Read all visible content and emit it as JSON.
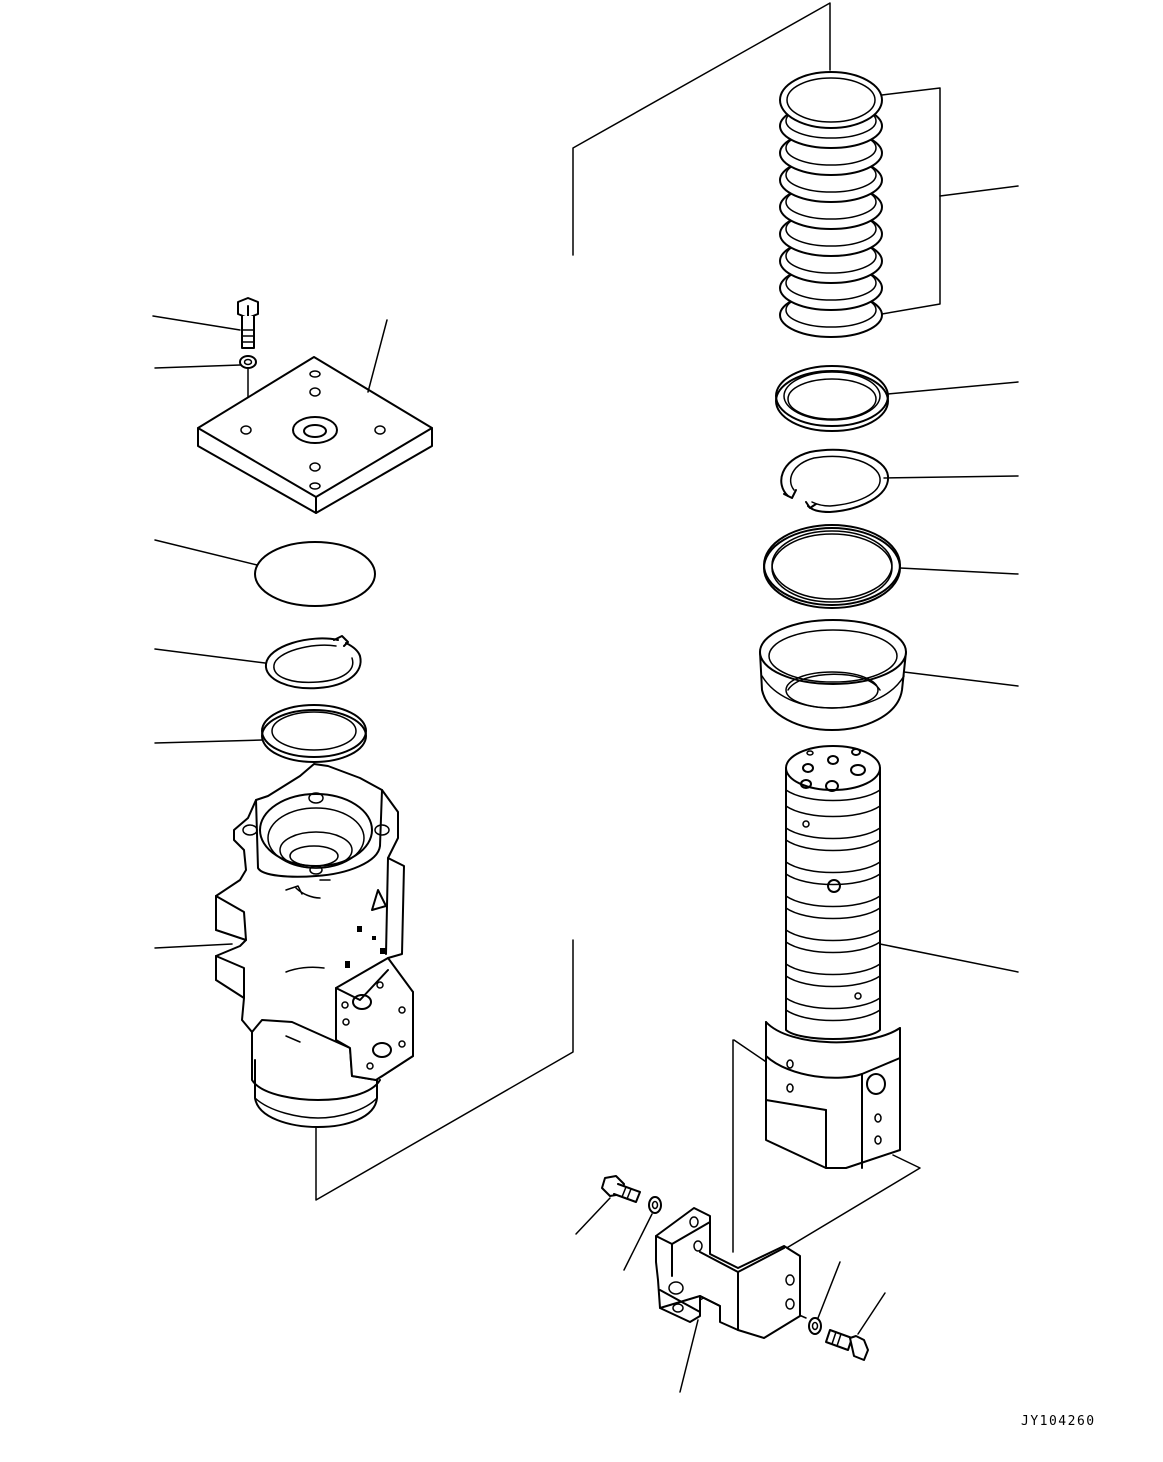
{
  "diagram": {
    "drawing_id": "JY104260",
    "parts": [
      "bolt-top-left",
      "washer-top-left",
      "cover-plate",
      "o-ring-cover",
      "snap-ring-left",
      "seal-ring-left",
      "swivel-body",
      "seal-ring-stack",
      "packing-ring",
      "snap-ring-right",
      "seal-ring-right",
      "dust-seal",
      "rotor-shaft",
      "stopper-bracket",
      "bolt-bracket-left",
      "washer-bracket-left",
      "washer-bracket-right",
      "bolt-bracket-right"
    ]
  }
}
